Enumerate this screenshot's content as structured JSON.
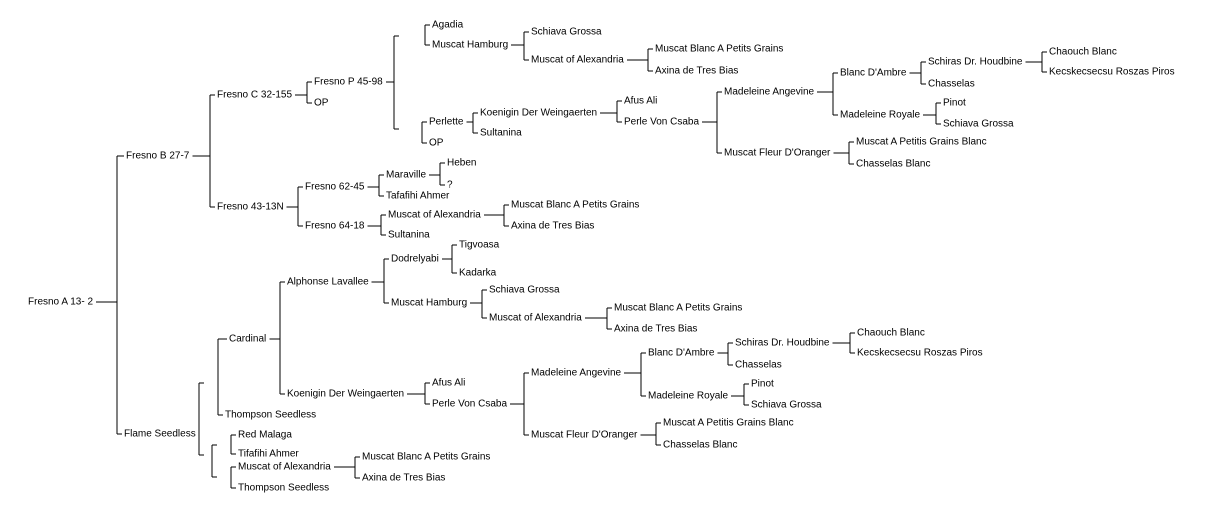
{
  "pedigree": {
    "name": "Fresno A 13- 2",
    "parents": [
      {
        "name": "Fresno B 27-7",
        "parents": [
          {
            "name": "Fresno C 32-155",
            "parents": [
              {
                "name": "Fresno P 45-98",
                "parents": [
                  {
                    "name": "",
                    "parents": [
                      {
                        "name": "Agadia"
                      },
                      {
                        "name": "Muscat Hamburg",
                        "parents": [
                          {
                            "name": "Schiava Grossa"
                          },
                          {
                            "name": "Muscat of Alexandria",
                            "parents": [
                              {
                                "name": "Muscat Blanc A Petits Grains"
                              },
                              {
                                "name": "Axina de Tres Bias"
                              }
                            ]
                          }
                        ]
                      }
                    ]
                  },
                  {
                    "name": "",
                    "parents": [
                      {
                        "name": "Perlette",
                        "parents": [
                          {
                            "name": "Koenigin Der Weingaerten",
                            "parents": [
                              {
                                "name": "Afus Ali"
                              },
                              {
                                "name": "Perle Von Csaba",
                                "parents": [
                                  {
                                    "name": "Madeleine Angevine",
                                    "parents": [
                                      {
                                        "name": "Blanc D'Ambre",
                                        "parents": [
                                          {
                                            "name": "Schiras Dr. Houdbine",
                                            "parents": [
                                              {
                                                "name": "Chaouch Blanc"
                                              },
                                              {
                                                "name": "Kecskecsecsu Roszas Piros"
                                              }
                                            ]
                                          },
                                          {
                                            "name": "Chasselas"
                                          }
                                        ]
                                      },
                                      {
                                        "name": "Madeleine Royale",
                                        "parents": [
                                          {
                                            "name": "Pinot"
                                          },
                                          {
                                            "name": "Schiava Grossa"
                                          }
                                        ]
                                      }
                                    ]
                                  },
                                  {
                                    "name": "Muscat Fleur D'Oranger",
                                    "parents": [
                                      {
                                        "name": "Muscat A Petitis Grains Blanc"
                                      },
                                      {
                                        "name": "Chasselas Blanc"
                                      }
                                    ]
                                  }
                                ]
                              }
                            ]
                          },
                          {
                            "name": "Sultanina"
                          }
                        ]
                      },
                      {
                        "name": "OP"
                      }
                    ]
                  }
                ]
              },
              {
                "name": "OP"
              }
            ]
          },
          {
            "name": "Fresno 43-13N",
            "parents": [
              {
                "name": "Fresno 62-45",
                "parents": [
                  {
                    "name": "Maraville",
                    "parents": [
                      {
                        "name": "Heben"
                      },
                      {
                        "name": "?"
                      }
                    ]
                  },
                  {
                    "name": "Tafafihi Ahmer"
                  }
                ]
              },
              {
                "name": "Fresno 64-18",
                "parents": [
                  {
                    "name": "Muscat of Alexandria",
                    "parents": [
                      {
                        "name": "Muscat Blanc A Petits Grains"
                      },
                      {
                        "name": "Axina de Tres Bias"
                      }
                    ]
                  },
                  {
                    "name": "Sultanina"
                  }
                ]
              }
            ]
          }
        ]
      },
      {
        "name": "Flame Seedless",
        "parents": [
          {
            "name": "",
            "parents": [
              {
                "name": "Cardinal",
                "parents": [
                  {
                    "name": "Alphonse Lavallee",
                    "parents": [
                      {
                        "name": "Dodrelyabi",
                        "parents": [
                          {
                            "name": "Tigvoasa"
                          },
                          {
                            "name": "Kadarka"
                          }
                        ]
                      },
                      {
                        "name": "Muscat Hamburg",
                        "parents": [
                          {
                            "name": "Schiava Grossa"
                          },
                          {
                            "name": "Muscat of Alexandria",
                            "parents": [
                              {
                                "name": "Muscat Blanc A Petits Grains"
                              },
                              {
                                "name": "Axina de Tres Bias"
                              }
                            ]
                          }
                        ]
                      }
                    ]
                  },
                  {
                    "name": "Koenigin Der Weingaerten",
                    "parents": [
                      {
                        "name": "Afus Ali"
                      },
                      {
                        "name": "Perle Von Csaba",
                        "parents": [
                          {
                            "name": "Madeleine Angevine",
                            "parents": [
                              {
                                "name": "Blanc D'Ambre",
                                "parents": [
                                  {
                                    "name": "Schiras Dr. Houdbine",
                                    "parents": [
                                      {
                                        "name": "Chaouch Blanc"
                                      },
                                      {
                                        "name": "Kecskecsecsu Roszas Piros"
                                      }
                                    ]
                                  },
                                  {
                                    "name": "Chasselas"
                                  }
                                ]
                              },
                              {
                                "name": "Madeleine Royale",
                                "parents": [
                                  {
                                    "name": "Pinot"
                                  },
                                  {
                                    "name": "Schiava Grossa"
                                  }
                                ]
                              }
                            ]
                          },
                          {
                            "name": "Muscat Fleur D'Oranger",
                            "parents": [
                              {
                                "name": "Muscat A Petitis Grains Blanc"
                              },
                              {
                                "name": "Chasselas Blanc"
                              }
                            ]
                          }
                        ]
                      }
                    ]
                  }
                ]
              },
              {
                "name": "Thompson Seedless"
              }
            ]
          },
          {
            "name": "",
            "parents": [
              {
                "name": "",
                "parents": [
                  {
                    "name": "Red Malaga"
                  },
                  {
                    "name": "Tifafihi Ahmer"
                  }
                ]
              },
              {
                "name": "",
                "parents": [
                  {
                    "name": "Muscat of Alexandria",
                    "parents": [
                      {
                        "name": "Muscat Blanc A Petits Grains"
                      },
                      {
                        "name": "Axina de Tres Bias"
                      }
                    ]
                  },
                  {
                    "name": "Thompson Seedless"
                  }
                ]
              }
            ]
          }
        ]
      }
    ]
  }
}
